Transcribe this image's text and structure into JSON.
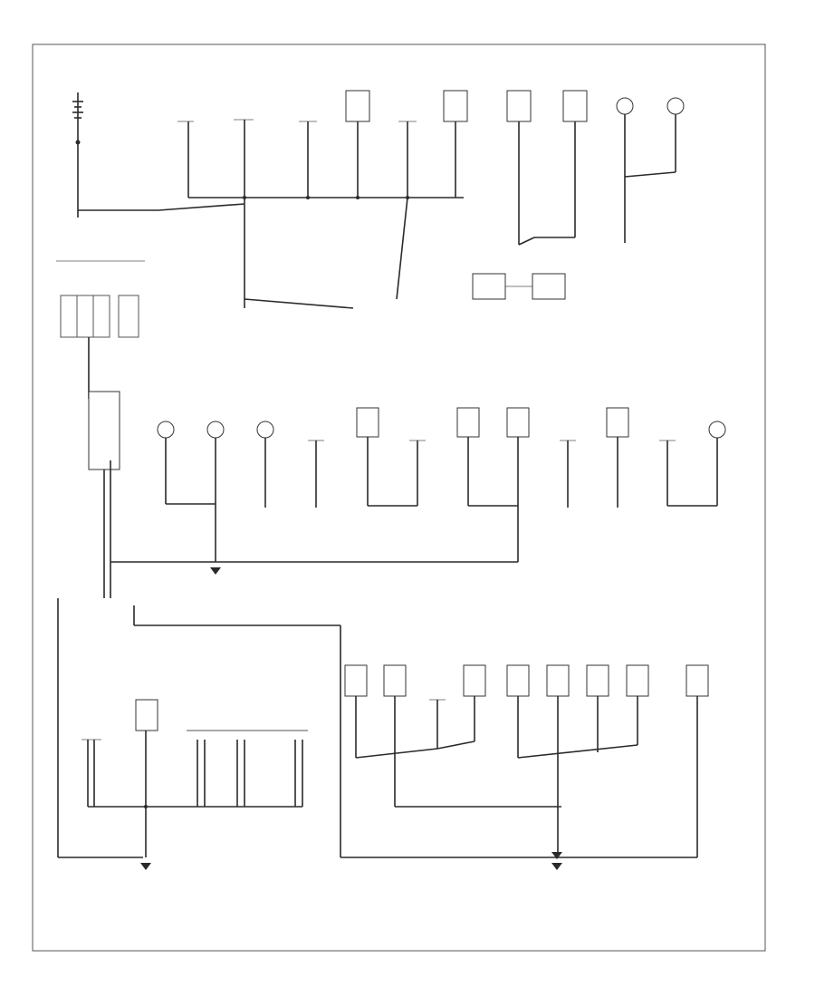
{
  "diagram": {
    "type": "ground-distribution-wiring-diagram",
    "text_legibility": "illegible-at-source-resolution",
    "reference_code": ""
  },
  "colors": {
    "wire": "#2a2a2a",
    "frame": "#555555",
    "background": "#ffffff"
  },
  "components": {
    "top_row_count": 12,
    "middle_row_count": 14,
    "lower_right_row_count": 8,
    "ground_points": 4
  }
}
